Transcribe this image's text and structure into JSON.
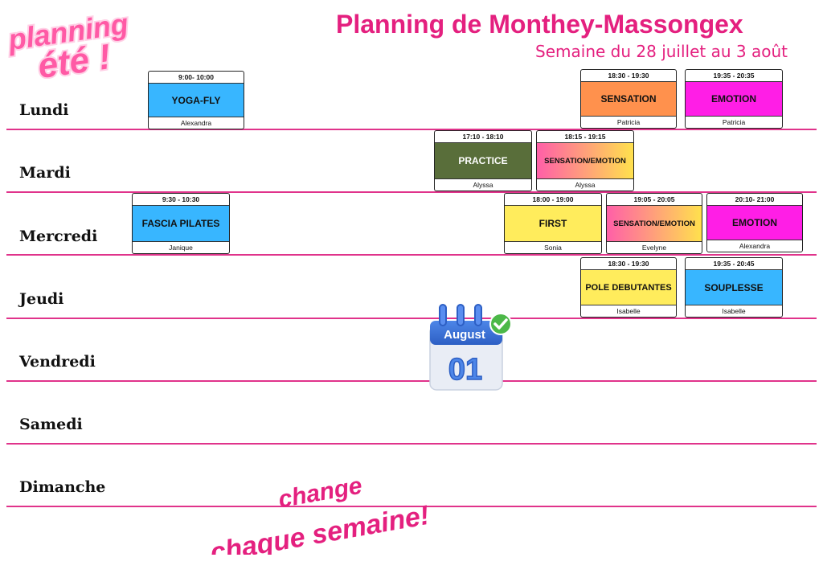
{
  "header": {
    "logo_line1": "planning",
    "logo_line2": "été !",
    "title": "Planning de Monthey-Massongex",
    "subtitle": "Semaine du 28 juillet au 3 août"
  },
  "days": [
    "Lundi",
    "Mardi",
    "Mercredi",
    "Jeudi",
    "Vendredi",
    "Samedi",
    "Dimanche"
  ],
  "classes": [
    {
      "day": "Lundi",
      "time": "9:00- 10:00",
      "name": "YOGA-FLY",
      "teacher": "Alexandra",
      "color": "#38b6ff"
    },
    {
      "day": "Lundi",
      "time": "18:30 - 19:30",
      "name": "SENSATION",
      "teacher": "Patricia",
      "color": "#ff914d"
    },
    {
      "day": "Lundi",
      "time": "19:35 - 20:35",
      "name": "EMOTION",
      "teacher": "Patricia",
      "color": "#ff1ee6"
    },
    {
      "day": "Mardi",
      "time": "17:10 - 18:10",
      "name": "PRACTICE",
      "teacher": "Alyssa",
      "color": "#596e3a"
    },
    {
      "day": "Mardi",
      "time": "18:15 - 19:15",
      "name": "SENSATION/EMOTION",
      "teacher": "Alyssa",
      "color": "gradient"
    },
    {
      "day": "Mercredi",
      "time": "9:30 - 10:30",
      "name": "FASCIA PILATES",
      "teacher": "Janique",
      "color": "#38b6ff"
    },
    {
      "day": "Mercredi",
      "time": "18:00 - 19:00",
      "name": "FIRST",
      "teacher": "Sonia",
      "color": "#ffec5c"
    },
    {
      "day": "Mercredi",
      "time": "19:05 - 20:05",
      "name": "SENSATION/EMOTION",
      "teacher": "Evelyne",
      "color": "gradient"
    },
    {
      "day": "Mercredi",
      "time": "20:10- 21:00",
      "name": "EMOTION",
      "teacher": "Alexandra",
      "color": "#ff1ee6"
    },
    {
      "day": "Jeudi",
      "time": "18:30 - 19:30",
      "name": "POLE DEBUTANTES",
      "teacher": "Isabelle",
      "color": "#ffec5c"
    },
    {
      "day": "Jeudi",
      "time": "19:35 - 20:45",
      "name": "SOUPLESSE",
      "teacher": "Isabelle",
      "color": "#38b6ff"
    }
  ],
  "calendar_icon": {
    "month": "August",
    "day": "01",
    "icon": "calendar-check-icon"
  },
  "note": {
    "line1": "change",
    "line2": "chaque semaine!"
  },
  "colors": {
    "accent": "#e4207f",
    "line": "#e0338b",
    "gradient_from": "#ff5fa8",
    "gradient_to": "#ffe14d"
  }
}
